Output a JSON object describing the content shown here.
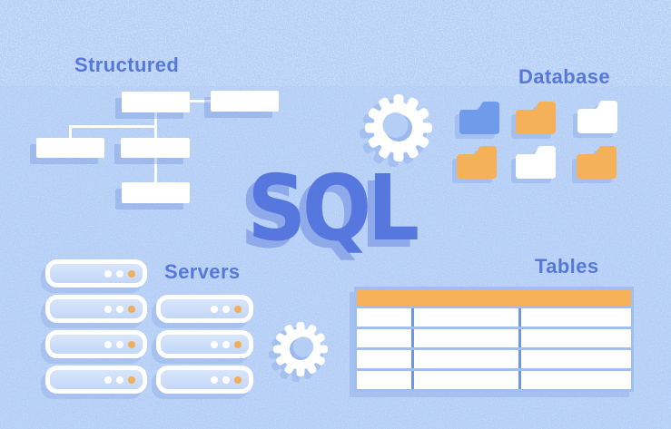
{
  "title": "SQL",
  "labels": {
    "structured": "Structured",
    "database": "Database",
    "servers": "Servers",
    "tables": "Tables"
  },
  "colors": {
    "background": "#B4CEF6",
    "label_text": "#5679D8",
    "sql_text": "#5577DE",
    "sql_shadow": "#8FAAEA",
    "white": "#FFFFFF",
    "shadow_blue": "#A3C0F1",
    "folder_blue": "#6F9BEA",
    "folder_orange": "#F5B05A",
    "table_header_orange": "#F6B159",
    "table_divider_blue": "#6E96E6",
    "table_frame_blue": "#9FBEF1",
    "server_dot_orange": "#EFAE5B",
    "gear_hole_shade": "#9BB9EE"
  },
  "flowchart": {
    "node_count": 5,
    "levels": 3,
    "layout": "one root with side node, two children, one grandchild"
  },
  "folders": {
    "grid": [
      [
        "blue",
        "orange",
        "white"
      ],
      [
        "orange",
        "white",
        "orange"
      ]
    ]
  },
  "servers": {
    "stacks": [
      4,
      3
    ],
    "dots_per_server": [
      "white",
      "white",
      "orange"
    ]
  },
  "table": {
    "columns": 3,
    "body_rows": 4,
    "header_filled": true,
    "cells_empty": true
  }
}
